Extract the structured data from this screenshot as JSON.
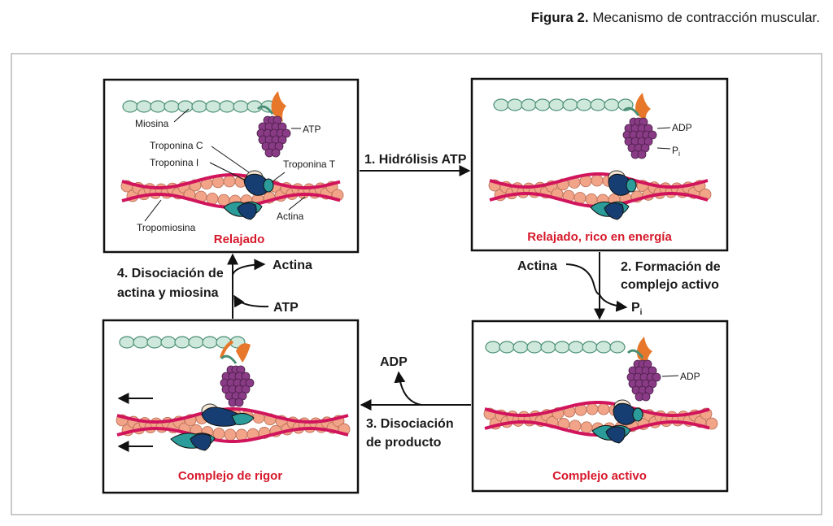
{
  "caption": {
    "label": "Figura 2.",
    "text": " Mecanismo de contracción muscular."
  },
  "panels": {
    "p1": {
      "state": "Relajado",
      "labels": {
        "myosin": "Miosina",
        "tropc": "Troponina C",
        "tropi": "Troponina I",
        "tropt": "Troponina T",
        "atp": "ATP",
        "actin": "Actina",
        "tropom": "Tropomiosina"
      }
    },
    "p2": {
      "state": "Relajado, rico en energía",
      "labels": {
        "adp": "ADP",
        "pi": "P",
        "pi_sub": "i"
      }
    },
    "p3": {
      "state": "Complejo activo",
      "labels": {
        "adp": "ADP"
      }
    },
    "p4": {
      "state": "Complejo de rigor"
    }
  },
  "steps": {
    "s1": {
      "text": "1. Hidrólisis ATP"
    },
    "s2": {
      "line1": "2. Formación de",
      "line2": "complejo activo",
      "actin": "Actina",
      "pi": "P",
      "pi_sub": "i"
    },
    "s3": {
      "line1": "3. Disociación",
      "line2": "de producto",
      "adp": "ADP"
    },
    "s4": {
      "line1": "4. Disociación de",
      "line2": "actina y miosina",
      "actin": "Actina",
      "atp": "ATP"
    }
  },
  "colors": {
    "state_red": "#d6192b",
    "myosin_bead": "#cfe8dc",
    "actin_bead": "#f2a488",
    "tropomyosin": "#d1155d",
    "head": "#8a3b86",
    "flame": "#e7772a",
    "troponin_dark": "#173e73",
    "troponin_teal": "#2b9c9a"
  }
}
